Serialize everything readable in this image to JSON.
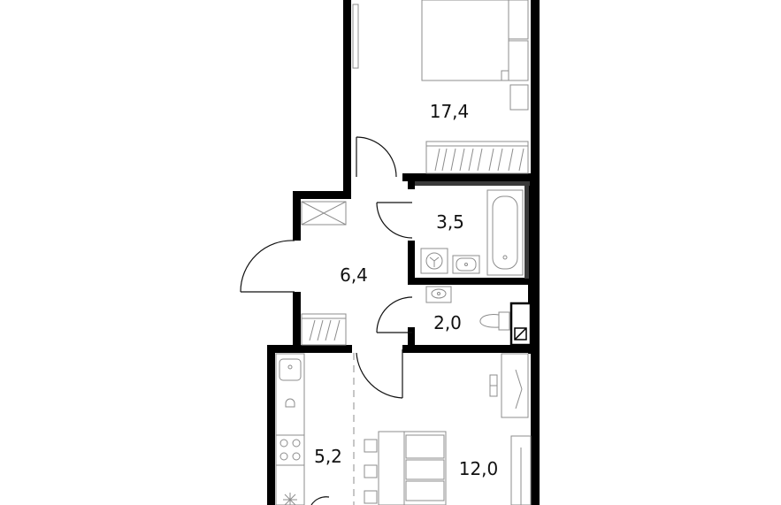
{
  "colors": {
    "wall": "#000000",
    "partition": "#3a3a3a",
    "furniture": "#8c8c8c",
    "label": "#111111"
  },
  "rooms": {
    "bedroom": {
      "area": "17,4"
    },
    "bathroom": {
      "area": "3,5"
    },
    "hall": {
      "area": "6,4"
    },
    "toilet": {
      "area": "2,0"
    },
    "kitchen": {
      "area": "5,2"
    },
    "living": {
      "area": "12,0"
    }
  }
}
